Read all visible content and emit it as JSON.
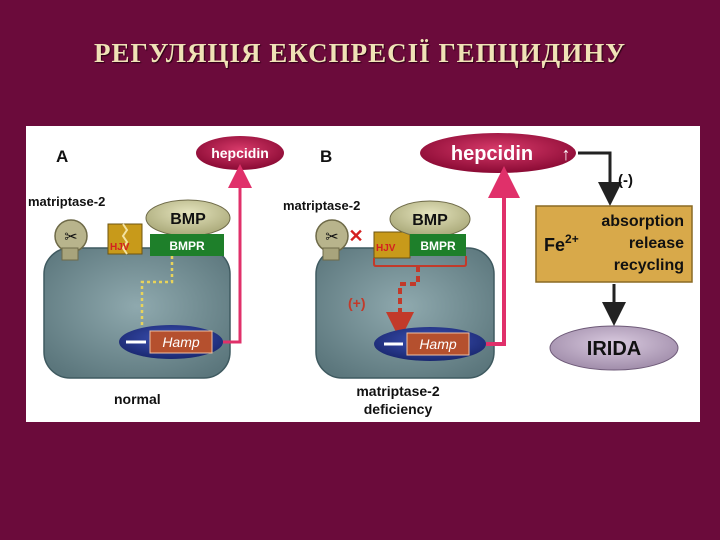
{
  "slide": {
    "title": "РЕГУЛЯЦІЯ ЕКСПРЕСІЇ ГЕПЦИДИНУ"
  },
  "panel_a": {
    "letter": "A",
    "hepcidin": "hepcidin",
    "matriptase": "matriptase-2",
    "bmp": "BMP",
    "bmpr": "BMPR",
    "hjv": "HJV",
    "hamp": "Hamp",
    "caption": "normal"
  },
  "panel_b": {
    "letter": "B",
    "hepcidin": "hepcidin",
    "matriptase": "matriptase-2",
    "bmp": "BMP",
    "bmpr": "BMPR",
    "hjv": "HJV",
    "hamp": "Hamp",
    "plus": "(+)",
    "minus": "(-)",
    "caption_line1": "matriptase-2",
    "caption_line2": "deficiency",
    "fe": "Fe",
    "fe_charge": "2+",
    "absorption": "absorption",
    "release": "release",
    "recycling": "recycling",
    "irida": "IRIDA"
  },
  "colors": {
    "slide_bg": "#6b0b3b",
    "title": "#f0e2b6",
    "cell": "#6f8c92",
    "bmp": "#c9c89a",
    "bmpr": "#1e7f2a",
    "hjv": "#c89a1a",
    "hamp_nucleus": "#2a3d9c",
    "hamp_box": "#b5502e",
    "hepcidin": "#a5103f",
    "arrow": "#e0306a",
    "absorption_box": "#d8a94a",
    "irida": "#b8a6c0"
  }
}
